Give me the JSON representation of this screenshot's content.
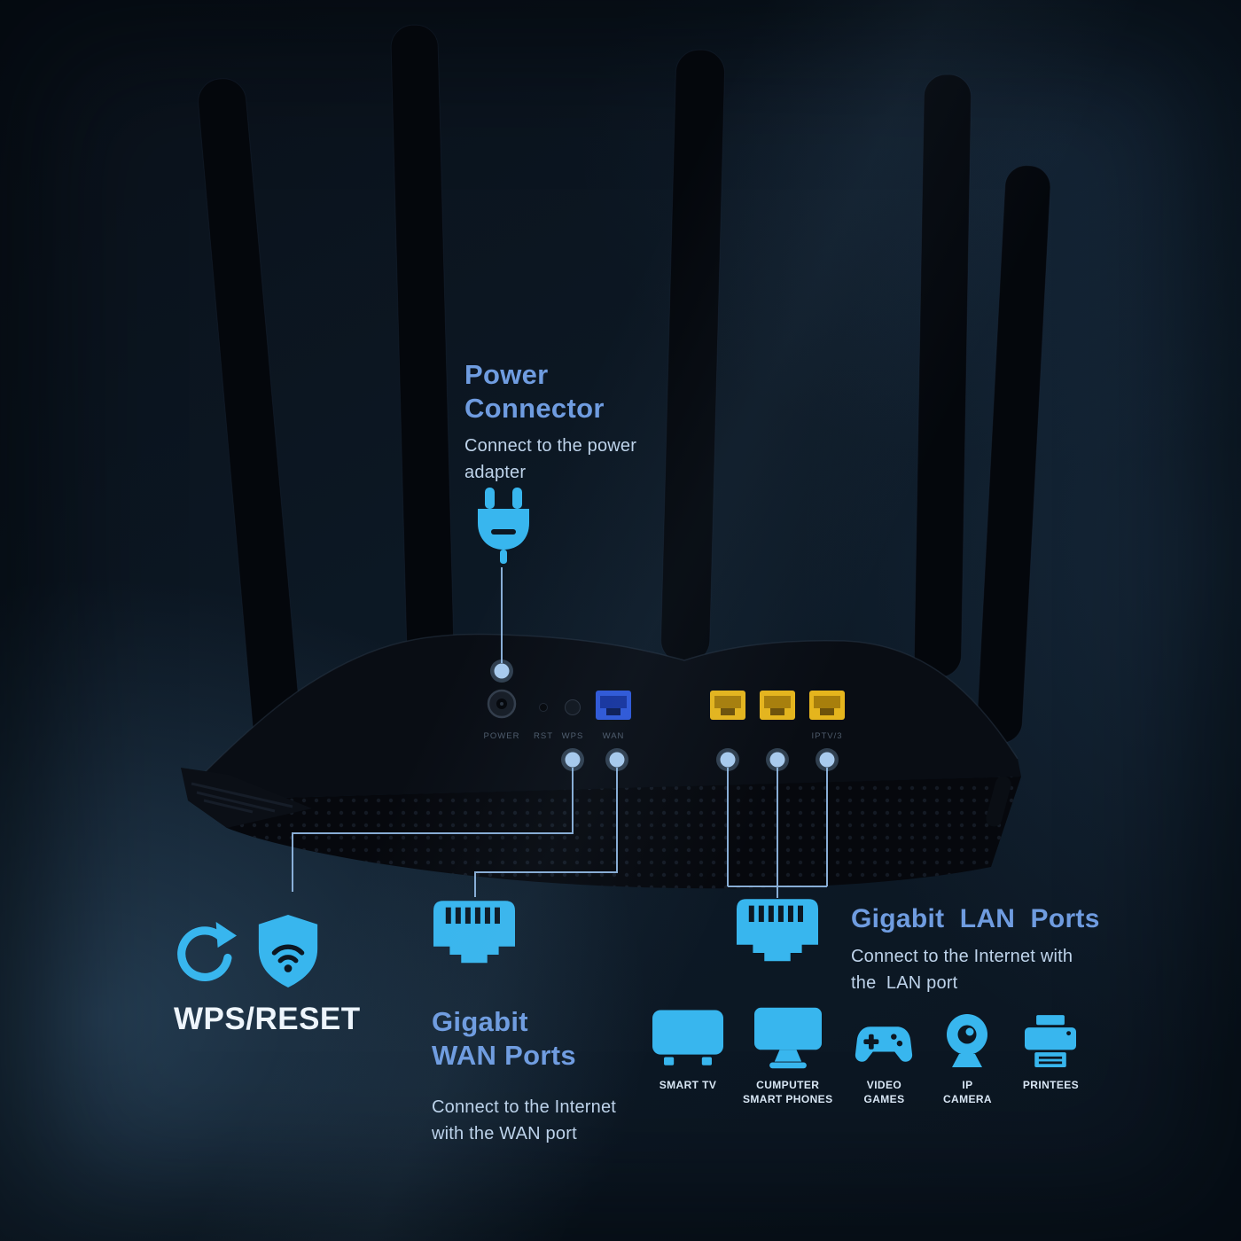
{
  "colors": {
    "background": "#0c1722",
    "accent_cyan": "#38b6ee",
    "heading_blue": "#6f9ce0",
    "body_text_blue": "#bed3ea",
    "wps_label_white": "#eef5fc",
    "connector_line": "#8fb6e0",
    "callout_dot": "#a9cbee",
    "wan_port_blue": "#2e57d8",
    "lan_port_yellow": "#e5b51d",
    "router_black": "#090d14"
  },
  "callouts": {
    "power": {
      "title": "Power\nConnector",
      "body": "Connect to the power\nadapter"
    },
    "wps": {
      "label": "WPS/RESET"
    },
    "wan": {
      "title": "Gigabit\nWAN Ports",
      "body": "Connect to the Internet\nwith the WAN port"
    },
    "lan": {
      "title": "Gigabit  LAN  Ports",
      "body": "Connect to the Internet with\nthe  LAN port"
    }
  },
  "router": {
    "port_labels": {
      "power": "POWER",
      "rst": "RST",
      "wps": "WPS",
      "wan": "WAN",
      "iptv": "IPTV/3"
    }
  },
  "devices": [
    {
      "label": "SMART TV"
    },
    {
      "label": "CUMPUTER\nSMART PHONES"
    },
    {
      "label": "VIDEO\nGAMES"
    },
    {
      "label": "IP\nCAMERA"
    },
    {
      "label": "PRINTEES"
    }
  ]
}
